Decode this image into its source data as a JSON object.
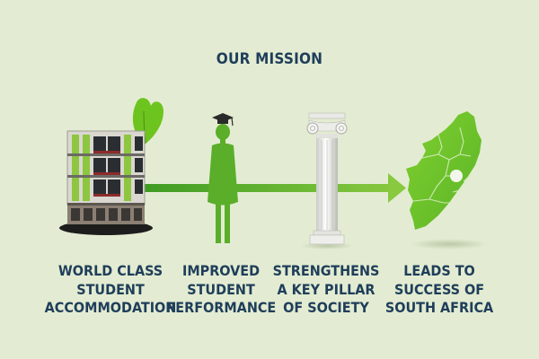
{
  "title": "OUR MISSION",
  "colors": {
    "background": "#e3ecd2",
    "text": "#1f3e5a",
    "green_dark": "#3e9a22",
    "green_light": "#7fc43a"
  },
  "steps": [
    {
      "icon": "building-icon",
      "lines": [
        "WORLD CLASS",
        "STUDENT",
        "ACCOMMODATION"
      ]
    },
    {
      "icon": "graduate-icon",
      "lines": [
        "IMPROVED",
        "STUDENT",
        "PERFORMANCE"
      ]
    },
    {
      "icon": "pillar-icon",
      "lines": [
        "STRENGTHENS",
        "A KEY PILLAR",
        "OF SOCIETY"
      ]
    },
    {
      "icon": "south-africa-map-icon",
      "lines": [
        "LEADS TO",
        "SUCCESS OF",
        "SOUTH AFRICA"
      ]
    }
  ]
}
